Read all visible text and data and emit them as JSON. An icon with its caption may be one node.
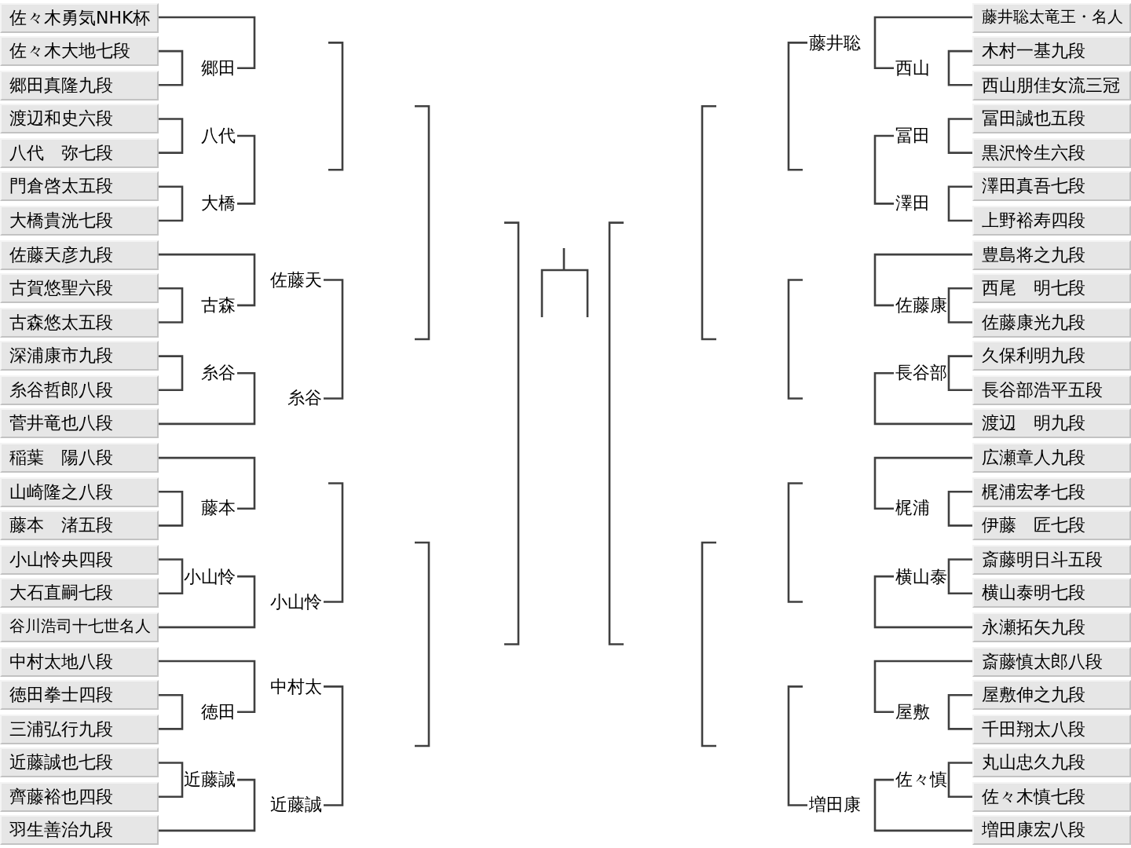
{
  "diagram": {
    "nodes": [
      {
        "text": [
          "佐々木勇気NHK杯"
        ]
      },
      {
        "text": [
          "佐々木大地七段"
        ]
      },
      {
        "text": [
          "郷田真隆九段"
        ]
      },
      {
        "text": [
          "渡辺和史六段"
        ]
      },
      {
        "text": [
          "八代　弥七段"
        ]
      },
      {
        "text": [
          "門倉啓太五段"
        ]
      },
      {
        "text": [
          "大橋貴洸七段"
        ]
      },
      {
        "text": [
          "佐藤天彦九段"
        ]
      },
      {
        "text": [
          "古賀悠聖六段"
        ]
      },
      {
        "text": [
          "古森悠太五段"
        ]
      },
      {
        "text": [
          "深浦康市九段"
        ]
      },
      {
        "text": [
          "糸谷哲郎八段"
        ]
      },
      {
        "text": [
          "菅井竜也八段"
        ]
      },
      {
        "text": [
          "稲葉　陽八段"
        ]
      },
      {
        "text": [
          "山崎隆之八段"
        ]
      },
      {
        "text": [
          "藤本　渚五段"
        ]
      },
      {
        "text": [
          "小山怜央四段"
        ]
      },
      {
        "text": [
          "大石直嗣七段"
        ]
      },
      {
        "text": [
          "谷川浩司十七世名人"
        ]
      },
      {
        "text": [
          "中村太地八段"
        ]
      },
      {
        "text": [
          "徳田拳士四段"
        ]
      },
      {
        "text": [
          "三浦弘行九段"
        ]
      },
      {
        "text": [
          "近藤誠也七段"
        ]
      },
      {
        "text": [
          "齊藤裕也四段"
        ]
      },
      {
        "text": [
          "羽生善治九段"
        ]
      },
      {
        "text": [
          "郷田"
        ]
      },
      {
        "text": [
          "八代"
        ]
      },
      {
        "text": [
          "大橋"
        ]
      },
      {
        "text": [
          "古森"
        ]
      },
      {
        "text": [
          "糸谷"
        ]
      },
      {
        "text": [
          "藤本"
        ]
      },
      {
        "text": [
          "小山怜"
        ]
      },
      {
        "text": [
          "徳田"
        ]
      },
      {
        "text": [
          "近藤誠"
        ]
      },
      {
        "text": [
          "佐藤天"
        ]
      },
      {
        "text": [
          "糸谷"
        ]
      },
      {
        "text": [
          "小山怜"
        ]
      },
      {
        "text": [
          "中村太"
        ]
      },
      {
        "text": [
          "近藤誠"
        ]
      },
      {
        "text": [
          "藤井聡"
        ]
      },
      {
        "text": [
          "増田康"
        ]
      },
      {
        "text": [
          "西山"
        ]
      },
      {
        "text": [
          "冨田"
        ]
      },
      {
        "text": [
          "澤田"
        ]
      },
      {
        "text": [
          "佐藤康"
        ]
      },
      {
        "text": [
          "長谷部"
        ]
      },
      {
        "text": [
          "梶浦"
        ]
      },
      {
        "text": [
          "横山泰"
        ]
      },
      {
        "text": [
          "屋敷"
        ]
      },
      {
        "text": [
          "佐々慎"
        ]
      },
      {
        "text": [
          "藤井聡太竜王・名人"
        ]
      },
      {
        "text": [
          "木村一基九段"
        ]
      },
      {
        "text": [
          "西山朋佳女流三冠"
        ]
      },
      {
        "text": [
          "冨田誠也五段"
        ]
      },
      {
        "text": [
          "黒沢怜生六段"
        ]
      },
      {
        "text": [
          "澤田真吾七段"
        ]
      },
      {
        "text": [
          "上野裕寿四段"
        ]
      },
      {
        "text": [
          "豊島将之九段"
        ]
      },
      {
        "text": [
          "西尾　明七段"
        ]
      },
      {
        "text": [
          "佐藤康光九段"
        ]
      },
      {
        "text": [
          "久保利明九段"
        ]
      },
      {
        "text": [
          "長谷部浩平五段"
        ]
      },
      {
        "text": [
          "渡辺　明九段"
        ]
      },
      {
        "text": [
          "広瀬章人九段"
        ]
      },
      {
        "text": [
          "梶浦宏孝七段"
        ]
      },
      {
        "text": [
          "伊藤　匠七段"
        ]
      },
      {
        "text": [
          "斎藤明日斗五段"
        ]
      },
      {
        "text": [
          "横山泰明七段"
        ]
      },
      {
        "text": [
          "永瀬拓矢九段"
        ]
      },
      {
        "text": [
          "斎藤慎太郎八段"
        ]
      },
      {
        "text": [
          "屋敷伸之九段"
        ]
      },
      {
        "text": [
          "千田翔太八段"
        ]
      },
      {
        "text": [
          "丸山忠久九段"
        ]
      },
      {
        "text": [
          "佐々木慎七段"
        ]
      },
      {
        "text": [
          "増田康宏八段"
        ]
      }
    ],
    "edges": [
      {
        "from": 1,
        "to": 2,
        "arrow": "none"
      },
      {
        "from": 3,
        "to": 4,
        "arrow": "none"
      },
      {
        "from": 5,
        "to": 6,
        "arrow": "none"
      },
      {
        "from": 8,
        "to": 9,
        "arrow": "none"
      },
      {
        "from": 10,
        "to": 11,
        "arrow": "none"
      },
      {
        "from": 14,
        "to": 15,
        "arrow": "none"
      },
      {
        "from": 16,
        "to": 17,
        "arrow": "none"
      },
      {
        "from": 20,
        "to": 21,
        "arrow": "none"
      },
      {
        "from": 22,
        "to": 23,
        "arrow": "none"
      },
      {
        "from": 0,
        "to": 25,
        "arrow": "none"
      },
      {
        "from": 26,
        "to": 27,
        "arrow": "none"
      },
      {
        "from": 7,
        "to": 28,
        "arrow": "none"
      },
      {
        "from": 29,
        "to": 12,
        "arrow": "none"
      },
      {
        "from": 13,
        "to": 30,
        "arrow": "none"
      },
      {
        "from": 31,
        "to": 18,
        "arrow": "none"
      },
      {
        "from": 19,
        "to": 32,
        "arrow": "none"
      },
      {
        "from": 33,
        "to": 24,
        "arrow": "none"
      },
      {
        "from": 34,
        "to": 35,
        "arrow": "none"
      },
      {
        "from": null,
        "to": 36,
        "arrow": "none"
      },
      {
        "from": 37,
        "to": 38,
        "arrow": "none"
      },
      {
        "from": 39,
        "to": null,
        "arrow": "none"
      },
      {
        "from": null,
        "to": 40,
        "arrow": "none"
      },
      {
        "from": 50,
        "to": 41,
        "arrow": "none"
      },
      {
        "from": 42,
        "to": 43,
        "arrow": "none"
      },
      {
        "from": 57,
        "to": 44,
        "arrow": "none"
      },
      {
        "from": 45,
        "to": 62,
        "arrow": "none"
      },
      {
        "from": 63,
        "to": 46,
        "arrow": "none"
      },
      {
        "from": 47,
        "to": 68,
        "arrow": "none"
      },
      {
        "from": 69,
        "to": 48,
        "arrow": "none"
      },
      {
        "from": 49,
        "to": 74,
        "arrow": "none"
      },
      {
        "from": 51,
        "to": 52,
        "arrow": "none"
      },
      {
        "from": 53,
        "to": 54,
        "arrow": "none"
      },
      {
        "from": 55,
        "to": 56,
        "arrow": "none"
      },
      {
        "from": 58,
        "to": 59,
        "arrow": "none"
      },
      {
        "from": 60,
        "to": 61,
        "arrow": "none"
      },
      {
        "from": 64,
        "to": 65,
        "arrow": "none"
      },
      {
        "from": 66,
        "to": 67,
        "arrow": "none"
      },
      {
        "from": 70,
        "to": 71,
        "arrow": "none"
      },
      {
        "from": 72,
        "to": 73,
        "arrow": "none"
      }
    ]
  }
}
